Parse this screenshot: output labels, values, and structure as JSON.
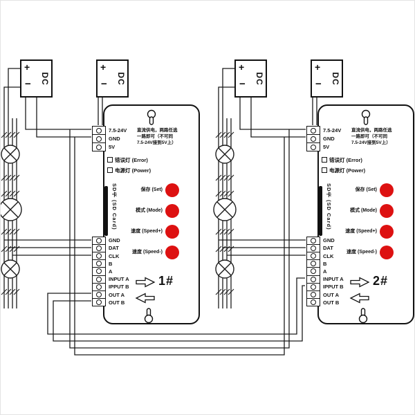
{
  "units": [
    "1#",
    "2#"
  ],
  "dc_supply": {
    "plus": "+",
    "minus": "−",
    "label": "DC"
  },
  "controller": {
    "button_color": "#dd1111",
    "power_terminals": [
      "7.5-24V",
      "GND",
      "5V"
    ],
    "power_note_lines": [
      "直流供电，两路任选",
      "一路即可（不可同",
      "7.5-24V接到5V上）"
    ],
    "error_indicator": "错误灯 (Error)",
    "power_indicator": "电源灯 (Power)",
    "sd_slot_label": "SD卡 (SD Card)",
    "buttons": [
      "保存 (Set)",
      "模式 (Mode)",
      "速度 (Speed+)",
      "速度 (Speed-)"
    ],
    "signal_terminals": [
      "GND",
      "DAT",
      "CLK",
      "B",
      "A",
      "INPUT A",
      "IPPUT B",
      "OUT A",
      "OUT B"
    ]
  }
}
